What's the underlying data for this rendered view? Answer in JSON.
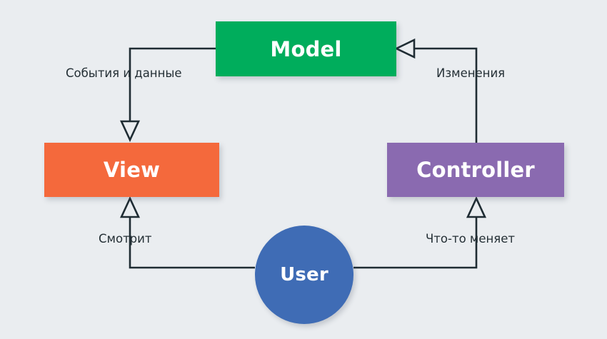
{
  "diagram": {
    "title": "MVC pattern diagram",
    "background_color": "#eaedf0",
    "line_color": "#1f2c33",
    "label_color": "#242f35",
    "nodes": [
      {
        "id": "model",
        "label": "Model",
        "shape": "rect",
        "color": "#00ad5c"
      },
      {
        "id": "view",
        "label": "View",
        "shape": "rect",
        "color": "#f4693c"
      },
      {
        "id": "controller",
        "label": "Controller",
        "shape": "rect",
        "color": "#8a6ab0"
      },
      {
        "id": "user",
        "label": "User",
        "shape": "circle",
        "color": "#3f6cb5"
      }
    ],
    "edges": [
      {
        "id": "model-to-view",
        "from": "model",
        "to": "view",
        "label": "События и данные",
        "arrow": "hollow-triangle"
      },
      {
        "id": "controller-to-model",
        "from": "controller",
        "to": "model",
        "label": "Изменения",
        "arrow": "hollow-triangle"
      },
      {
        "id": "user-to-view",
        "from": "user",
        "to": "view",
        "label": "Смотрит",
        "arrow": "hollow-triangle"
      },
      {
        "id": "user-to-controller",
        "from": "user",
        "to": "controller",
        "label": "Что-то меняет",
        "arrow": "hollow-triangle"
      }
    ]
  }
}
